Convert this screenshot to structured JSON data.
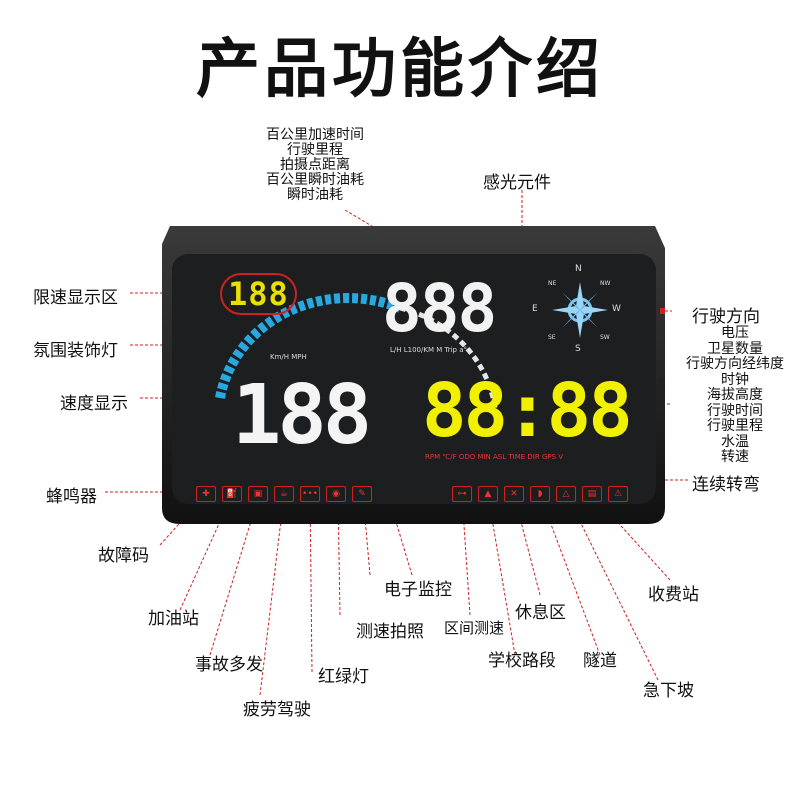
{
  "title": "产品功能介绍",
  "top_stack": [
    "百公里加速时间",
    "行驶里程",
    "拍摄点距离",
    "百公里瞬时油耗",
    "瞬时油耗"
  ],
  "right_stack": [
    "电压",
    "卫星数量",
    "行驶方向经纬度",
    "时钟",
    "海拔高度",
    "行驶时间",
    "行驶里程",
    "水温",
    "转速"
  ],
  "labels": {
    "sensor": "感光元件",
    "speed_limit": "限速显示区",
    "ambient": "氛围装饰灯",
    "speed": "速度显示",
    "buzzer": "蜂鸣器",
    "fault": "故障码",
    "gas": "加油站",
    "accident": "事故多发",
    "fatigue": "疲劳驾驶",
    "traffic_light": "红绿灯",
    "speed_camera": "测速拍照",
    "e_monitor": "电子监控",
    "section": "区间测速",
    "rest": "休息区",
    "school": "学校路段",
    "tunnel": "隧道",
    "toll": "收费站",
    "downhill": "急下坡",
    "direction": "行驶方向",
    "curve": "连续转弯"
  },
  "device": {
    "limit_value": "188",
    "speed_value": "188",
    "top_value": "888",
    "clock_value": "88:88",
    "speed_unit": "Km/H MPH",
    "top_units": "L/H L100/KM M Trip a°",
    "right_units": "RPM ℃/F ODO MIN ASL TIME DIR GPS V",
    "compass": {
      "n": "N",
      "s": "S",
      "e": "E",
      "w": "W",
      "ne": "NE",
      "nw": "NW",
      "se": "SE",
      "sw": "SW"
    }
  },
  "colors": {
    "speed_arc": "#29a8e0",
    "limit": "#e8e000",
    "clock": "#f0f000",
    "icons": "#e02020",
    "line": "#cc2222"
  }
}
